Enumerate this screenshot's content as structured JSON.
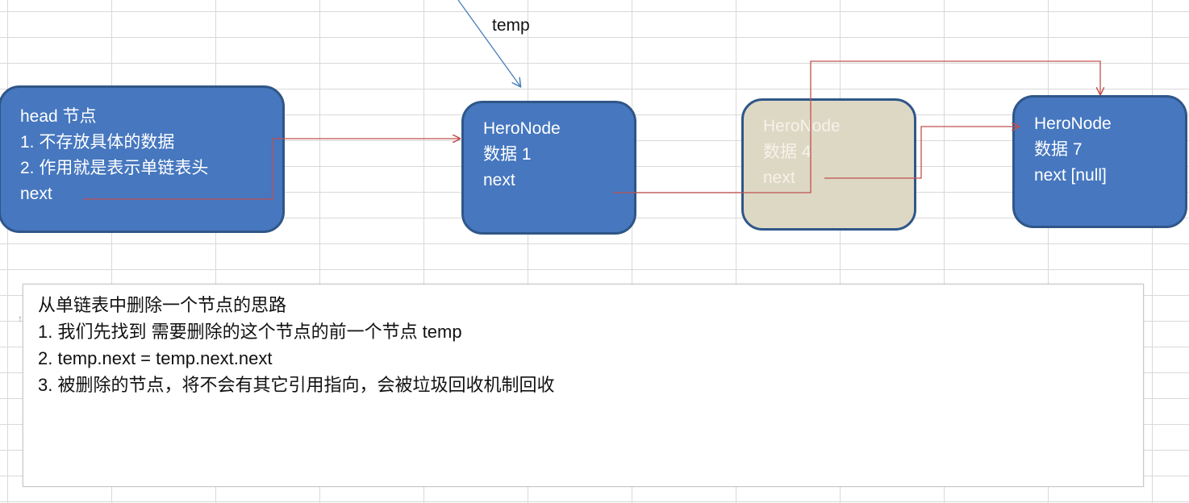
{
  "temp_label": "temp",
  "nodes": {
    "head": {
      "lines": [
        "head 节点",
        "1. 不存放具体的数据",
        "2. 作用就是表示单链表头",
        "next"
      ]
    },
    "node1": {
      "lines": [
        "HeroNode",
        "数据 1",
        "next"
      ]
    },
    "node4": {
      "lines": [
        "HeroNode",
        "数据 4",
        "next"
      ],
      "state": "deleted"
    },
    "node7": {
      "lines": [
        "HeroNode",
        "数据 7",
        "next [null]"
      ]
    }
  },
  "description": {
    "title": "从单链表中删除一个节点的思路",
    "steps": [
      "1.  我们先找到 需要删除的这个节点的前一个节点 temp",
      "2.  temp.next = temp.next.next",
      "3. 被删除的节点，将不会有其它引用指向，会被垃圾回收机制回收"
    ]
  },
  "colors": {
    "node_fill": "#4677bf",
    "node_border": "#2f5688",
    "deleted_fill": "#ddd8c4",
    "link_arrow": "#c0504d",
    "temp_arrow": "#4a7ebb"
  }
}
